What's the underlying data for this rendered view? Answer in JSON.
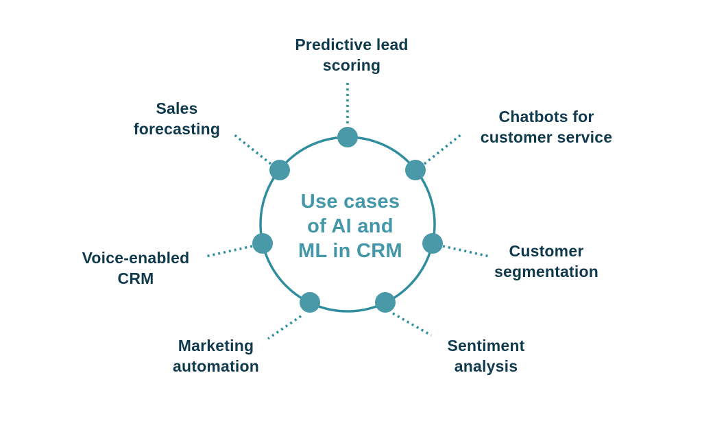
{
  "title": "Use cases of AI and ML in CRM",
  "colors": {
    "background": "#ffffff",
    "ring_stroke": "#2f8d9e",
    "node_fill": "#4a99a8",
    "connector_dots": "#2f8f9f",
    "label_text": "#0f3a4d",
    "center_text": "#4397a8"
  },
  "diagram": {
    "center": {
      "text": "Use cases\nof AI and\nML in CRM"
    },
    "nodes": [
      {
        "id": "predictive-lead-scoring",
        "label": "Predictive lead\nscoring"
      },
      {
        "id": "chatbots-customer-service",
        "label": "Chatbots for\ncustomer service"
      },
      {
        "id": "customer-segmentation",
        "label": "Customer\nsegmentation"
      },
      {
        "id": "sentiment-analysis",
        "label": "Sentiment\nanalysis"
      },
      {
        "id": "marketing-automation",
        "label": "Marketing\nautomation"
      },
      {
        "id": "voice-enabled-crm",
        "label": "Voice-enabled\nCRM"
      },
      {
        "id": "sales-forecasting",
        "label": "Sales\nforecasting"
      }
    ]
  }
}
